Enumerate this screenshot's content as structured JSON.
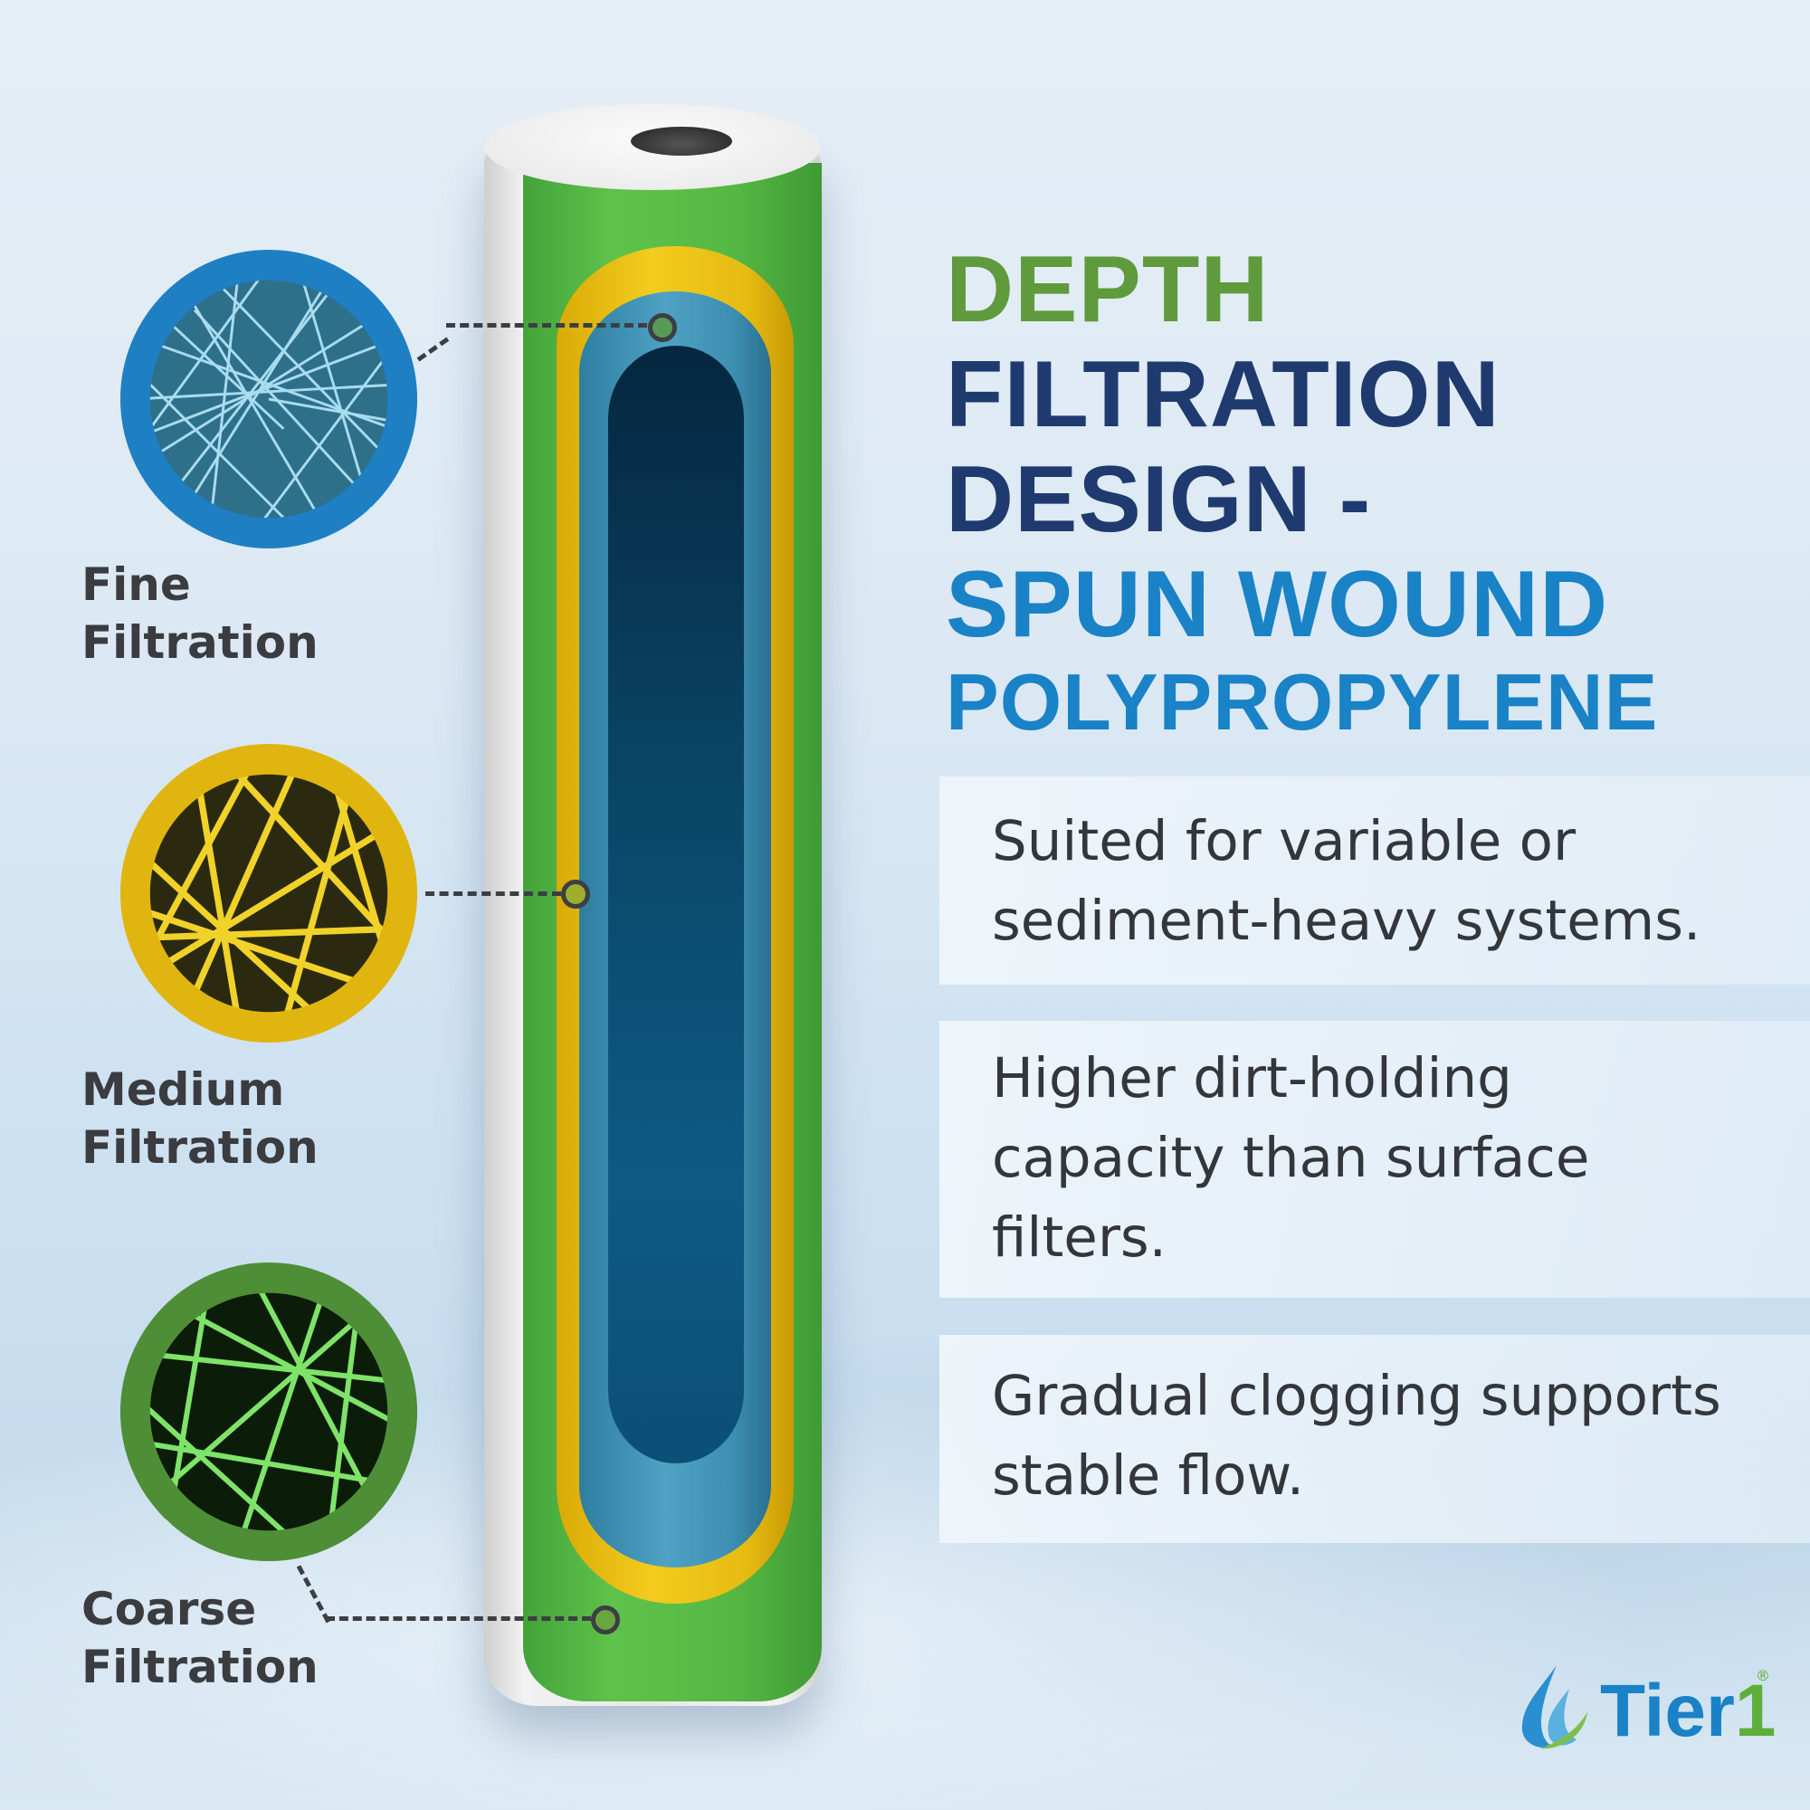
{
  "headline": {
    "lines": [
      {
        "text": "DEPTH",
        "color": "#5f9a3c"
      },
      {
        "text": "FILTRATION",
        "color": "#1f3a6e"
      },
      {
        "text": "DESIGN -",
        "color": "#1f3a6e"
      },
      {
        "text": "SPUN WOUND",
        "color": "#1a82c6"
      },
      {
        "text": "POLYPROPYLENE",
        "color": "#1a82c6"
      }
    ]
  },
  "filter_layers": [
    {
      "label_line1": "Fine",
      "label_line2": "Filtration",
      "ring_color": "#1f7fc3",
      "fiber_color": "#a8dcef",
      "bg_color": "#2e6f8a"
    },
    {
      "label_line1": "Medium",
      "label_line2": "Filtration",
      "ring_color": "#e0b510",
      "fiber_color": "#f1d228",
      "bg_color": "#2b2a10"
    },
    {
      "label_line1": "Coarse",
      "label_line2": "Filtration",
      "ring_color": "#4e8e36",
      "fiber_color": "#7fe36a",
      "bg_color": "#0b1c08"
    }
  ],
  "benefits": [
    {
      "lines": [
        "Suited for variable or",
        "sediment-heavy systems."
      ]
    },
    {
      "lines": [
        "Higher dirt-holding",
        "capacity than surface",
        "filters."
      ]
    },
    {
      "lines": [
        "Gradual clogging supports",
        "stable flow."
      ]
    }
  ],
  "brand": {
    "name_part1": "Tier",
    "name_part2": "1",
    "registered": "®",
    "color_primary": "#1a82c6",
    "color_secondary": "#5fae3a"
  }
}
